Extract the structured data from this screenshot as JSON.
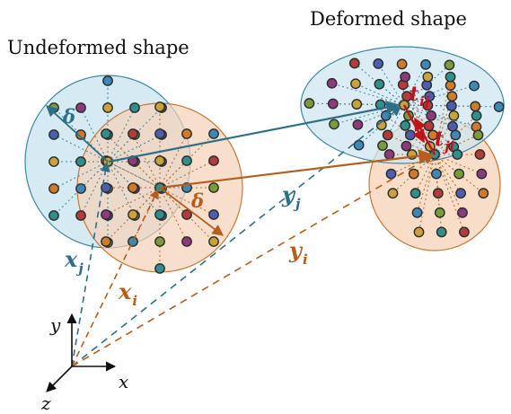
{
  "captions": {
    "undeformed": "Undeformed shape",
    "deformed": "Deformed shape"
  },
  "labels": {
    "delta": "δ",
    "x": "x",
    "y": "y",
    "t": "t",
    "sub_j": "j",
    "sub_i": "i",
    "sub_ij": "ij",
    "sub_ji": "ji"
  },
  "axes": {
    "x": "x",
    "y": "y",
    "z": "z"
  },
  "colors": {
    "blue": "#2e6f86",
    "orange": "#b45f1e",
    "red": "#c0141a",
    "blue_fill": "#cfe6f1",
    "orange_fill": "#f5d2b6"
  }
}
